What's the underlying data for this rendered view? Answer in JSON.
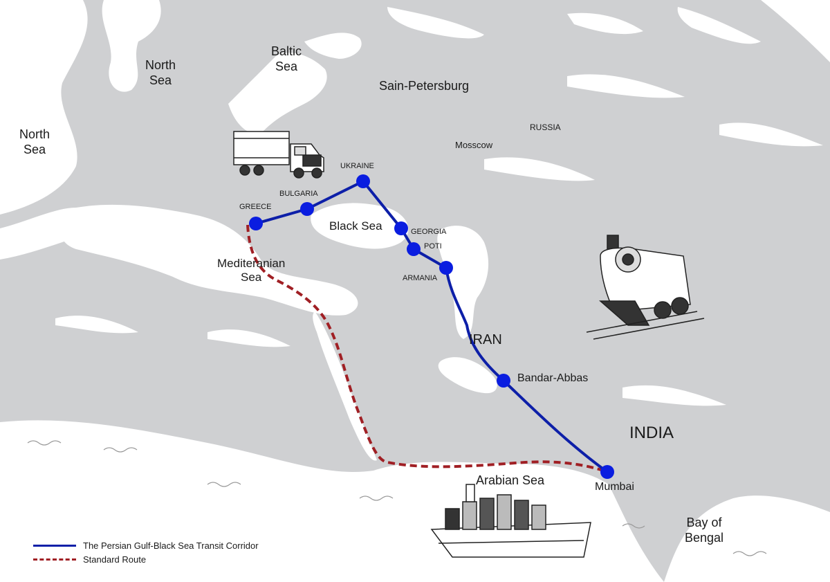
{
  "labels": {
    "north_sea_1": "North\nSea",
    "north_sea_2": "North\nSea",
    "baltic_sea": "Baltic\nSea",
    "saint_petersburg": "Sain-Petersburg",
    "russia": "RUSSIA",
    "moscow": "Mosscow",
    "black_sea": "Black Sea",
    "mediterranean_sea": "Mediteranian\nSea",
    "iran": "IRAN",
    "india": "INDIA",
    "arabian_sea": "Arabian Sea",
    "bay_of_bengal": "Bay of\nBengal"
  },
  "stops": {
    "greece": "GREECE",
    "bulgaria": "BULGARIA",
    "ukraine": "UKRAINE",
    "georgia": "GEORGIA",
    "poti": "POTI",
    "armania": "ARMANIA",
    "bandar_abbas": "Bandar-Abbas",
    "mumbai": "Mumbai"
  },
  "legend": {
    "corridor": "The Persian Gulf-Black Sea Transit Corridor",
    "standard": "Standard Route"
  },
  "colors": {
    "land": "#cfd0d2",
    "water": "#ffffff",
    "corridor": "#0d1fa8",
    "stop_dot": "#0a1de0",
    "standard_route": "#a01f24"
  },
  "icons": [
    "truck-icon",
    "train-icon",
    "ship-icon"
  ]
}
